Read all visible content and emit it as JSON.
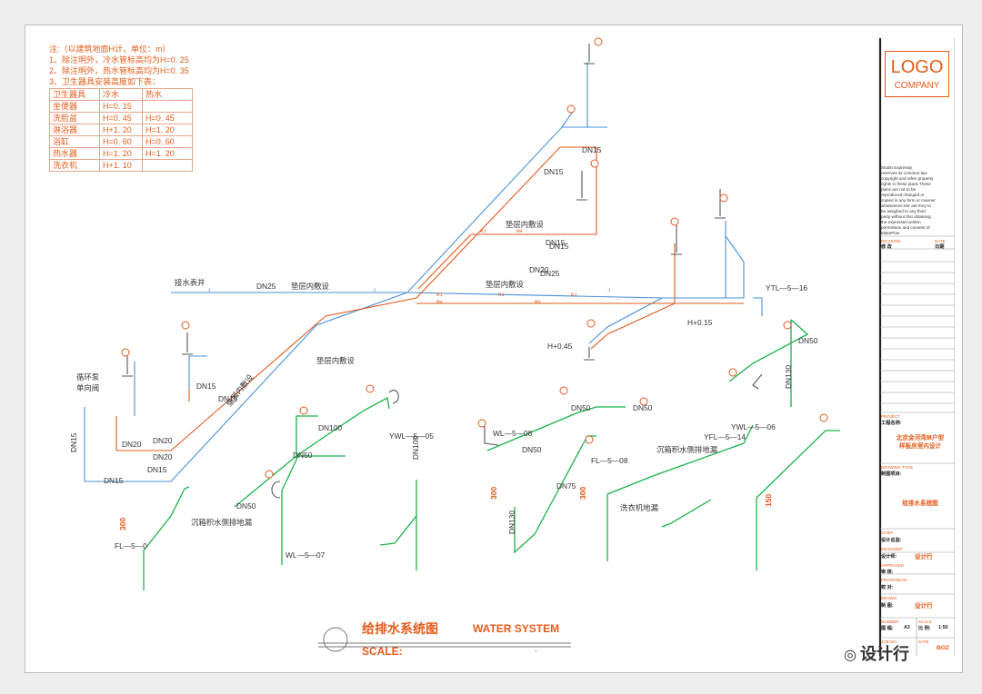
{
  "notes": {
    "lines": [
      "注:（以建筑地面H计，单位：m）",
      "1、除注明外，冷水管标高均为H=0. 25",
      "2、除注明外，热水管标高均为H=0. 35",
      "3、卫生器具安装高度如下表："
    ],
    "table_header": [
      "卫生器具",
      "冷水",
      "热水"
    ],
    "table_rows": [
      [
        "坐便器",
        "H=0. 15",
        ""
      ],
      [
        "洗脸盆",
        "H=0. 45",
        "H=0. 45"
      ],
      [
        "淋浴器",
        "H+1. 20",
        "H=1. 20"
      ],
      [
        "浴缸",
        "H=0. 60",
        "H=0. 60"
      ],
      [
        "热水器",
        "H=1. 20",
        "H=1. 20"
      ],
      [
        "洗衣机",
        "H+1. 10",
        ""
      ]
    ]
  },
  "labels": {
    "dn25": "DN25",
    "dn20": "DN20",
    "dn15": "DN15",
    "dn50": "DN50",
    "dn75": "DN75",
    "dn100": "DN100",
    "dn130": "DN130",
    "jie_shui_biao_jing": "接水表井",
    "chui_ceng_1": "垫层内敷设",
    "chui_ceng_2": "垫层内敷设",
    "chui_ceng_3": "垫层内敷设",
    "chui_ceng_4": "垫层内敷设",
    "chui_ceng_5": "垫层内敷设",
    "xun_huan_beng": "循环泵",
    "dan_xiang_fa": "单向阀",
    "h045": "H+0.45",
    "h015": "H+0.15",
    "ytl": "YTL—5—16",
    "ywl05": "YWL—5—05",
    "ywl06": "YWL—5—06",
    "ywl07": "WL—5—07",
    "wl08": "WL—5—08",
    "fl08": "FL—5—08",
    "fl_left": "FL—5—0",
    "yfl14": "YFL—5—14",
    "chen_xiang_1": "沉箱积水侧排地漏",
    "chen_xiang_2": "沉箱积水侧排地漏",
    "xi_yi_ji": "洗衣机地漏",
    "d300a": "300",
    "d300b": "300",
    "d300c": "300",
    "d150": "150",
    "rj": "RJ",
    "rh": "RH",
    "j": "J"
  },
  "title_block": {
    "logo": "LOGO",
    "company": "COMPANY",
    "disclaimer": "Studio Expressly\nreserves its common law\ncopyright and other property\nrights in these plans These\nplans are not to be\nreproduced changed or\ncopied in any form or manner\nwhatsoever.Nor are they  to\nbe assighed to any third\nparty without first obtaining\nthe expressed written\npermission and consent of\nMakePian",
    "revision_lbl": "REVISION",
    "revision_cn": "修  改",
    "date_lbl": "DATE",
    "date_cn": "日期",
    "project_lbl": "PROJECT",
    "project_cn": "工程名称:",
    "project_name": "北京金河湾Ⅲ户型\n样板房室内设计",
    "drawing_lbl": "DRAWING TITLE",
    "drawing_cn": "制图项目:",
    "drawing_name": "给排水系统图",
    "chief_lbl": "CHIEF",
    "chief_cn": "设计总监:",
    "designer_lbl": "DESIGNER",
    "designer_cn": "设计师:",
    "designer_val": "设计行",
    "approved_lbl": "APPROVED",
    "approved_cn": "审  核:",
    "proofread_lbl": "PROOFREAD",
    "proofread_cn": "校  对:",
    "drawn_lbl": "DRAWN",
    "drawn_cn": "制  图:",
    "drawn_val": "设计行",
    "number_lbl": "NUMBER",
    "number_cn": "图  幅:",
    "number_val": "A3",
    "scale_lbl": "SCALE",
    "scale_cn": "比  例:",
    "scale_val": "1:50",
    "job_lbl": "JOB NO.",
    "date2_lbl": "DATE",
    "sheet_val": "BOZ"
  },
  "drawing_title": {
    "cn": "给排水系统图",
    "en": "WATER SYSTEM",
    "scale_label": "SCALE:",
    "scale_value": "-"
  },
  "watermark": "设计行",
  "colors": {
    "cold": "#4a90d9",
    "hot": "#e05a1f",
    "drain": "#19b34a",
    "fixture": "#555555",
    "accent": "#e55c1a"
  }
}
